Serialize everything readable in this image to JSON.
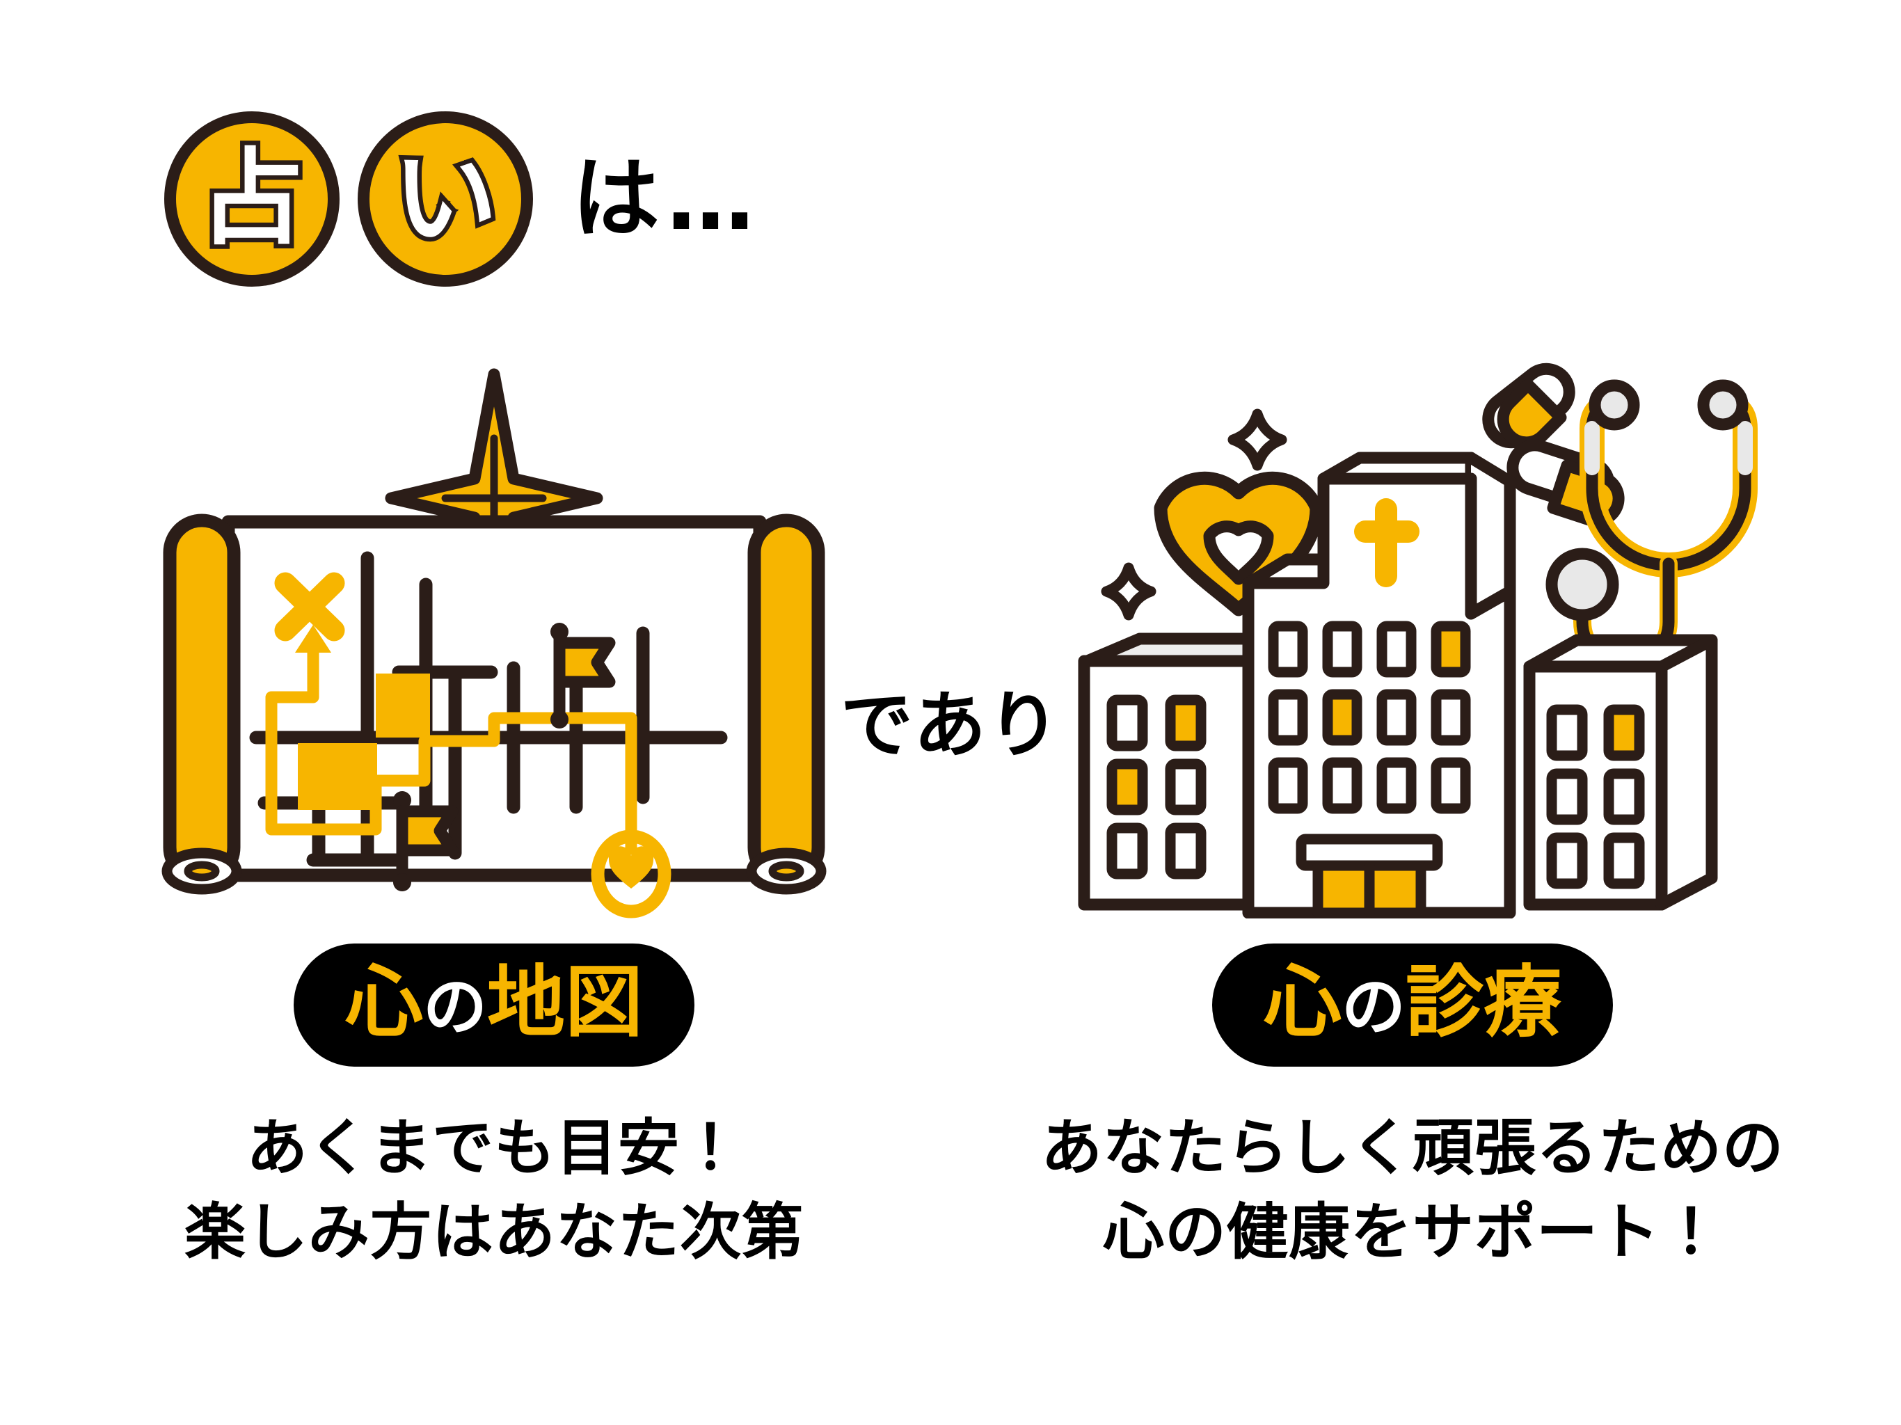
{
  "header": {
    "circles": [
      {
        "char": "占",
        "name": "uranai-char-1"
      },
      {
        "char": "い",
        "name": "uranai-char-2"
      }
    ],
    "tail": "は…"
  },
  "connector": {
    "text": "であり"
  },
  "columns": [
    {
      "key": "map",
      "illustration": "treasure-map-scroll",
      "pill": {
        "segments": [
          {
            "text": "心",
            "color": "#F7B500"
          },
          {
            "text": "の",
            "color": "#FFFFFF"
          },
          {
            "text": "地図",
            "color": "#F7B500"
          }
        ],
        "full_text": "心の地図"
      },
      "caption_lines": [
        "あくまでも目安！",
        "楽しみ方はあなた次第"
      ]
    },
    {
      "key": "clinic",
      "illustration": "hospital-building",
      "pill": {
        "segments": [
          {
            "text": "心",
            "color": "#F7B500"
          },
          {
            "text": "の",
            "color": "#FFFFFF"
          },
          {
            "text": "診療",
            "color": "#F7B500"
          }
        ],
        "full_text": "心の診療"
      },
      "caption_lines": [
        "あなたらしく頑張るための",
        "心の健康をサポート！"
      ]
    }
  ],
  "colors": {
    "yellow": "#F7B500",
    "ink": "#2B1D18",
    "black": "#000000",
    "white": "#FFFFFF",
    "grey": "#E8E8E8"
  }
}
